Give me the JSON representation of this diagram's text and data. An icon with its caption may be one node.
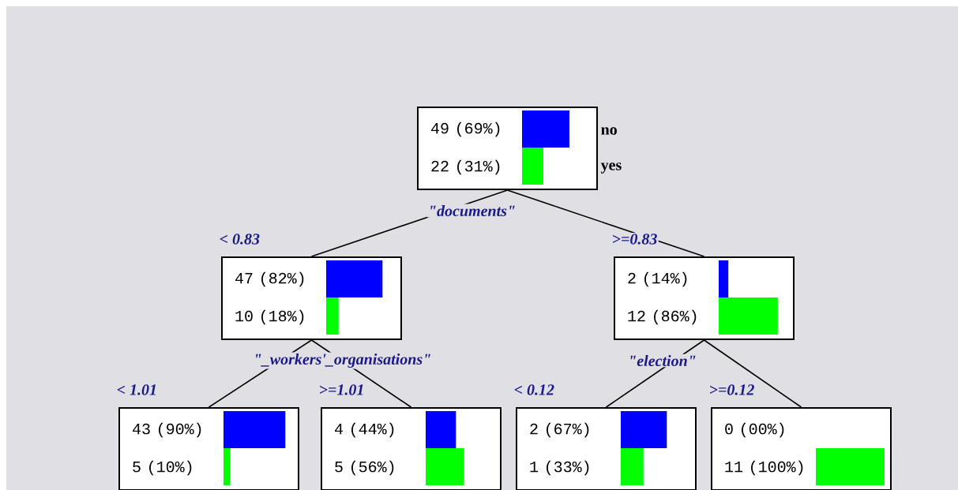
{
  "diagram": {
    "nodes": [
      {
        "text": [
          "49 (69%)",
          "22 (31%)"
        ],
        "beside": [
          "\"documents\""
        ]
      },
      {
        "text": [
          "47 (82%)",
          "10 (18%)"
        ],
        "beside": [
          "\"_workers'_organisations\""
        ]
      },
      {
        "text": [
          "2 (14%)",
          "12 (86%)"
        ],
        "beside": [
          "\"election\""
        ]
      },
      {
        "text": [
          "43 (90%)",
          "5 (10%)"
        ]
      },
      {
        "text": [
          "4 (44%)",
          "5 (56%)"
        ]
      },
      {
        "text": [
          "2 (67%)",
          "1 (33%)"
        ]
      },
      {
        "text": [
          "0 (00%)",
          "11 (100%)"
        ]
      }
    ],
    "edges": [
      {
        "from": 0,
        "to": 1,
        "arrow": "none",
        "label": "< 0.83"
      },
      {
        "from": 0,
        "to": 2,
        "arrow": "none",
        "label": ">=0.83"
      },
      {
        "from": 1,
        "to": 3,
        "arrow": "none",
        "label": "< 1.01"
      },
      {
        "from": 1,
        "to": 4,
        "arrow": "none",
        "label": ">=1.01"
      },
      {
        "from": 2,
        "to": 5,
        "arrow": "none",
        "label": "< 0.12"
      },
      {
        "from": 2,
        "to": 6,
        "arrow": "none",
        "label": ">=0.12"
      }
    ],
    "labels": [
      "no",
      "yes"
    ]
  }
}
